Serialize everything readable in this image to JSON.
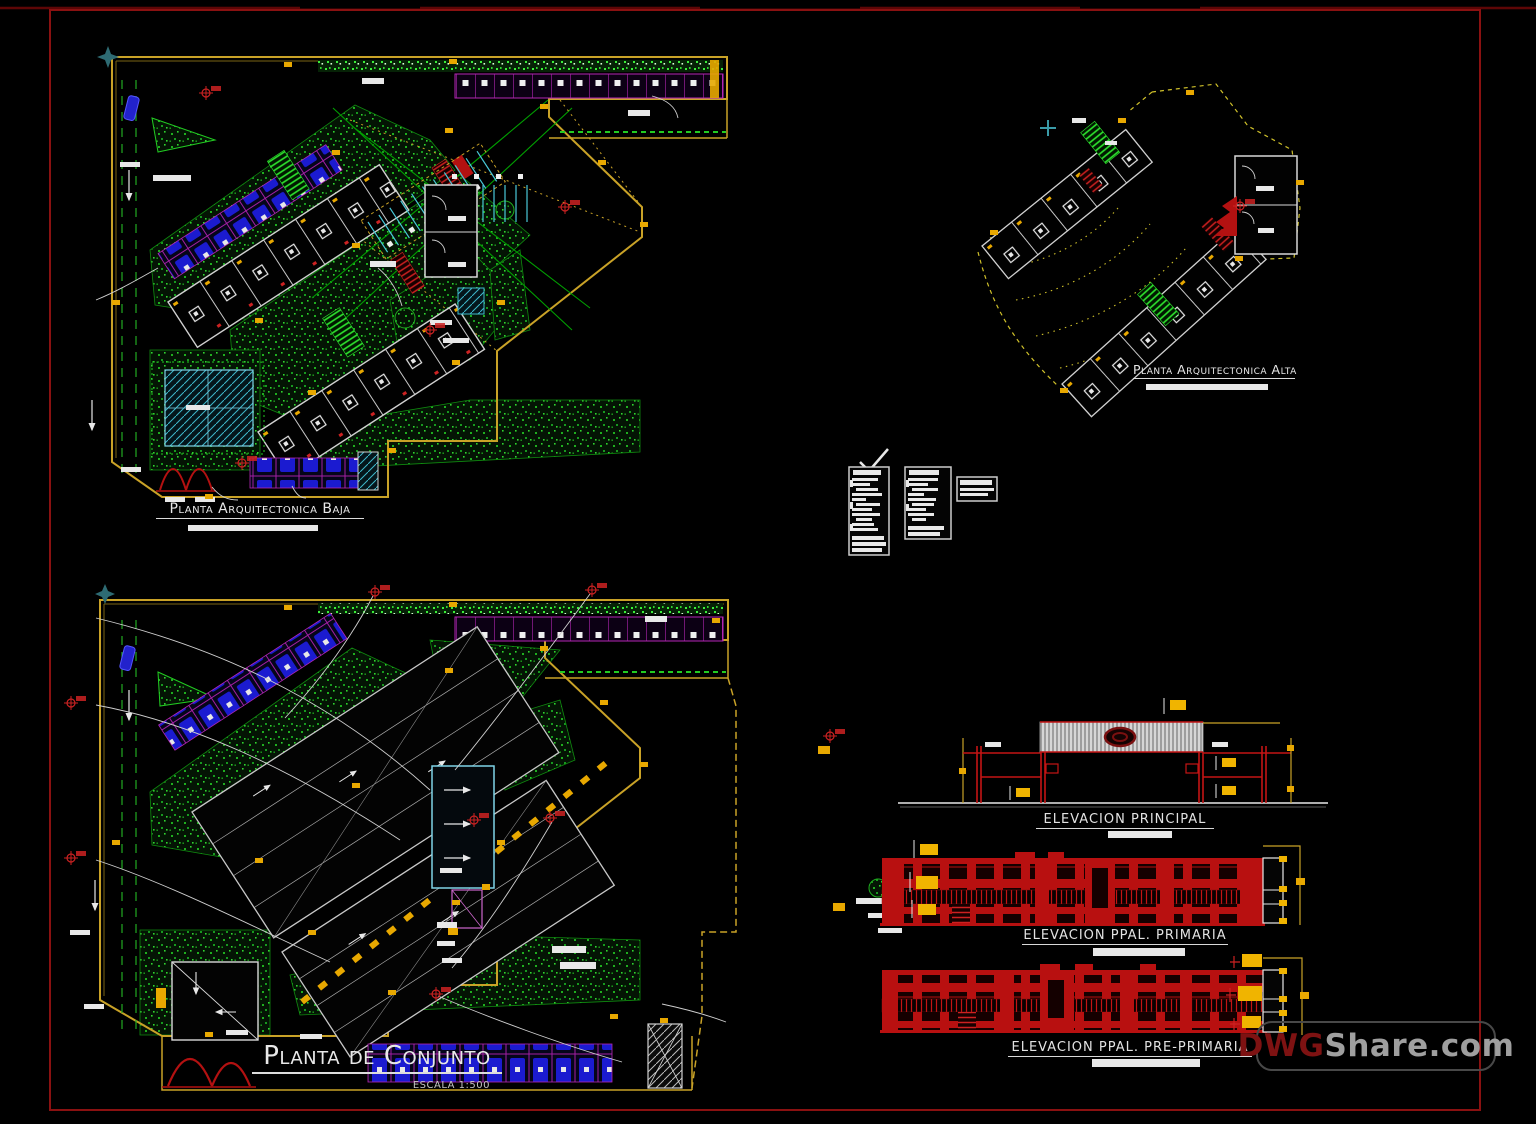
{
  "frame": {
    "border_color": "#8a1111",
    "background": "#000000"
  },
  "plans": {
    "baja": {
      "title": "Planta Arquitectonica Baja"
    },
    "alta": {
      "title": "Planta Arquitectonica Alta"
    },
    "conjunto": {
      "title": "Planta de Conjunto",
      "scale_note": "ESCALA 1:500"
    }
  },
  "elevations": {
    "principal": {
      "title": "ELEVACION PRINCIPAL"
    },
    "primaria": {
      "title": "ELEVACION PPAL. PRIMARIA"
    },
    "preprimaria": {
      "title": "ELEVACION PPAL. PRE-PRIMARIA"
    }
  },
  "watermark": {
    "dwg": "DWG",
    "share": "Share.com"
  },
  "palette": {
    "cad_yellow": "#c9a227",
    "cad_bright_yellow": "#f0b400",
    "cad_green": "#22cc22",
    "cad_red": "#c41414",
    "cad_purple": "#b326b3",
    "cad_blue": "#1b1bd0",
    "cad_cyan": "#3fb9cc",
    "cad_white": "#e8e8e8",
    "watermark_red": "#7e1212",
    "watermark_gray": "#9f9f9f"
  }
}
